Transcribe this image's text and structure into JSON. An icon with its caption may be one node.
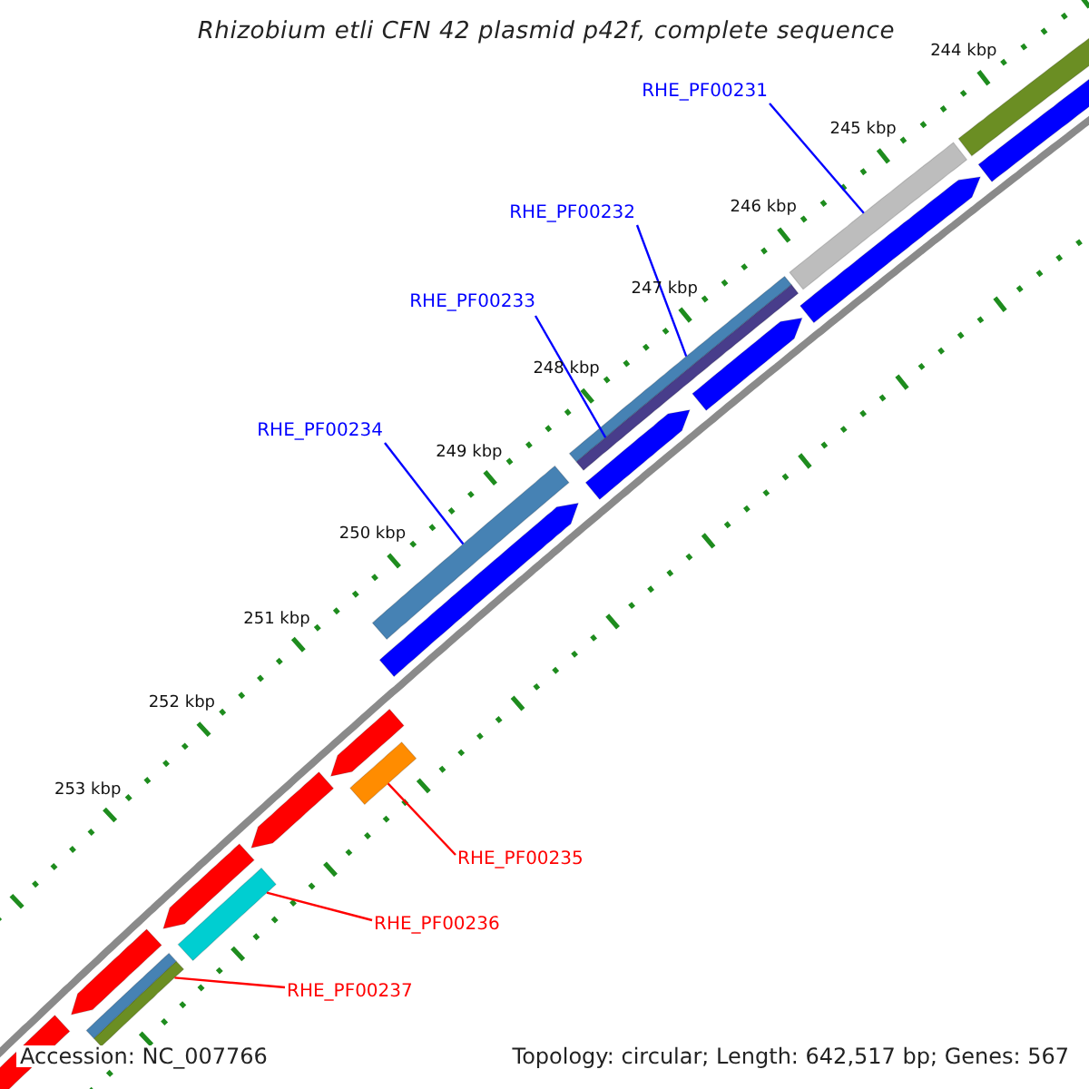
{
  "diagram": {
    "title": "Rhizobium etli CFN 42 plasmid p42f, complete sequence",
    "nodes": [
      {
        "text": [
          "RHE_PF00231"
        ]
      },
      {
        "text": [],
        "shape": "bar"
      },
      {
        "text": [
          "RHE_PF00232"
        ]
      },
      {
        "text": [],
        "shape": "bar"
      },
      {
        "text": [
          "RHE_PF00233"
        ]
      },
      {
        "text": [],
        "shape": "bar"
      },
      {
        "text": [
          "RHE_PF00234"
        ]
      },
      {
        "text": [],
        "shape": "bar"
      },
      {
        "text": [
          "RHE_PF00235"
        ]
      },
      {
        "text": [],
        "shape": "bar"
      },
      {
        "text": [
          "RHE_PF00236"
        ]
      },
      {
        "text": [],
        "shape": "bar"
      },
      {
        "text": [
          "RHE_PF00237"
        ]
      },
      {
        "text": [],
        "shape": "bar"
      },
      {
        "text": [],
        "shape": "arrow"
      },
      {
        "text": [],
        "shape": "arrow"
      },
      {
        "text": [],
        "shape": "arrow"
      },
      {
        "text": [],
        "shape": "arrow"
      },
      {
        "text": [],
        "shape": "arrow"
      },
      {
        "text": [],
        "shape": "arrow"
      },
      {
        "text": [],
        "shape": "arrow"
      },
      {
        "text": [],
        "shape": "arrow"
      },
      {
        "text": [],
        "shape": "arrow"
      },
      {
        "text": [],
        "shape": "arrow"
      },
      {
        "text": [],
        "shape": "bar"
      },
      {
        "text": [],
        "shape": "bar"
      }
    ],
    "edges": [
      {
        "from": 0,
        "to": 1,
        "arrow": "none"
      },
      {
        "from": 2,
        "to": 3,
        "arrow": "none"
      },
      {
        "from": 4,
        "to": 5,
        "arrow": "none"
      },
      {
        "from": 6,
        "to": 7,
        "arrow": "none"
      },
      {
        "from": 8,
        "to": 9,
        "arrow": "none",
        "color": "#ff0000"
      },
      {
        "from": 10,
        "to": 11,
        "arrow": "none",
        "color": "#ff0000"
      },
      {
        "from": 12,
        "to": 13,
        "arrow": "none",
        "color": "#ff0000"
      }
    ],
    "labels": [
      "244 kbp",
      "245 kbp",
      "246 kbp",
      "247 kbp",
      "248 kbp",
      "249 kbp",
      "250 kbp",
      "251 kbp",
      "252 kbp",
      "253 kbp",
      "Accession: NC_007766",
      "Topology: circular; Length: 642,517 bp; Genes: 567"
    ]
  }
}
